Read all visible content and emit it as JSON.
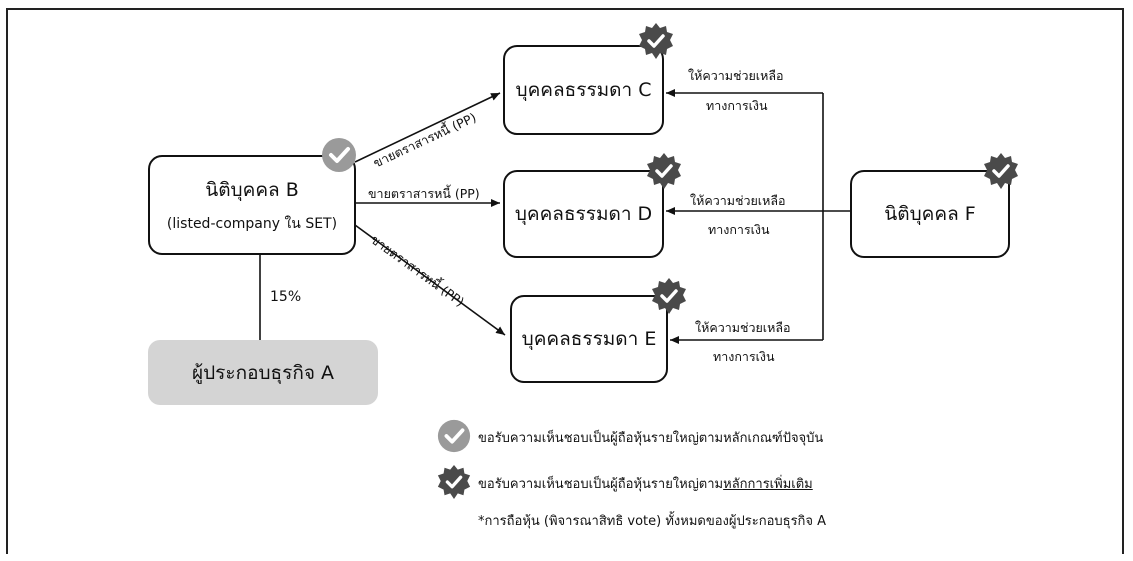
{
  "nodes": {
    "b_title": "นิติบุคคล B",
    "b_sub": "(listed-company ใน SET)",
    "a": "ผู้ประกอบธุรกิจ A",
    "c": "บุคคลธรรมดา C",
    "d": "บุคคลธรรมดา D",
    "e": "บุคคลธรรมดา E",
    "f": "นิติบุคคล F"
  },
  "edges": {
    "b_to_c": "ขายตราสารหนี้ (PP)",
    "b_to_d": "ขายตราสารหนี้ (PP)",
    "b_to_e": "ขายตราสารหนี้ (PP)",
    "b_to_a": "15%",
    "f_to_c_line1": "ให้ความช่วยเหลือ",
    "f_to_c_line2": "ทางการเงิน",
    "f_to_d_line1": "ให้ความช่วยเหลือ",
    "f_to_d_line2": "ทางการเงิน",
    "f_to_e_line1": "ให้ความช่วยเหลือ",
    "f_to_e_line2": "ทางการเงิน"
  },
  "legend": {
    "current": "ขอรับความเห็นชอบเป็นผู้ถือหุ้นรายใหญ่ตามหลักเกณฑ์ปัจจุบัน",
    "additional_prefix": "ขอรับความเห็นชอบเป็นผู้ถือหุ้นรายใหญ่ตาม",
    "additional_underlined": "หลักการเพิ่มเติม",
    "note": "*การถือหุ้น (พิจารณาสิทธิ vote) ทั้งหมดของผู้ประกอบธุรกิจ A"
  },
  "colors": {
    "badge_current": "#9a9a9a",
    "badge_additional": "#4a4a4a",
    "node_a_fill": "#d4d4d4"
  }
}
